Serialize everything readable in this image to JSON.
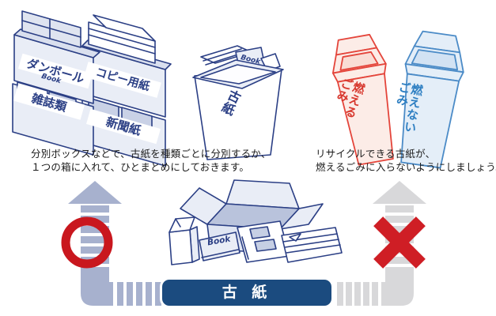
{
  "colors": {
    "outline_navy": "#2b3f85",
    "box_fill": "#e9edf6",
    "allowed_arrow": "#a7b1ce",
    "denied_arrow": "#d8d8da",
    "banner_navy": "#1b4b7f",
    "mark_red": "#c9171e",
    "burnable_bin_stroke": "#e4453b",
    "burnable_bin_fill": "#fcece7",
    "non_burnable_bin_stroke": "#4b8bc7",
    "non_burnable_bin_fill": "#e4eef8"
  },
  "sorting_area": {
    "box_labels": {
      "cardboard": "ダンボール",
      "magazines": "雑誌類",
      "copy_paper": "コピー用紙",
      "newspaper": "新聞紙"
    },
    "book_tag": "Book",
    "paper_bin_label": "古紙",
    "caption_line1": "分別ボックスなどで、古紙を種類ごとに分別するか、",
    "caption_line2": "１つの箱に入れて、ひとまとめにしておきます。"
  },
  "garbage_area": {
    "burnable_col1": "燃える",
    "burnable_col2": "ごみ",
    "non_burnable_col1": "燃えない",
    "non_burnable_col2": "ごみ",
    "caption_line1": "リサイクルできる古紙が、",
    "caption_line2": "燃えるごみに入らないようにしましょう。"
  },
  "flow_area": {
    "banner_label": "古 紙",
    "book_tag": "Book"
  }
}
